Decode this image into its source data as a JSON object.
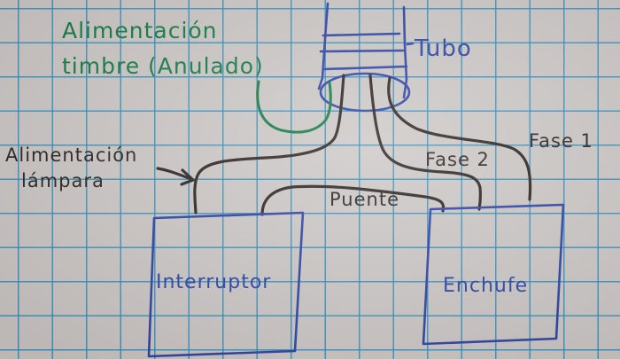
{
  "diagram": {
    "colors": {
      "paper": "#cdc8c6",
      "grid": "#288cbe",
      "green_ink": "#137a45",
      "black_ink": "#2b2320",
      "blue_ink": "#2d43a6"
    },
    "labels": {
      "bell_supply_line1": "Alimentación",
      "bell_supply_line2": "timbre (Anulado)",
      "tube": "Tubo",
      "lamp_supply_line1": "Alimentación",
      "lamp_supply_line2": "lámpara",
      "phase_1": "Fase 1",
      "phase_2": "Fase 2",
      "bridge": "Puente",
      "switch_box": "Interruptor",
      "outlet_box": "Enchufe"
    }
  }
}
